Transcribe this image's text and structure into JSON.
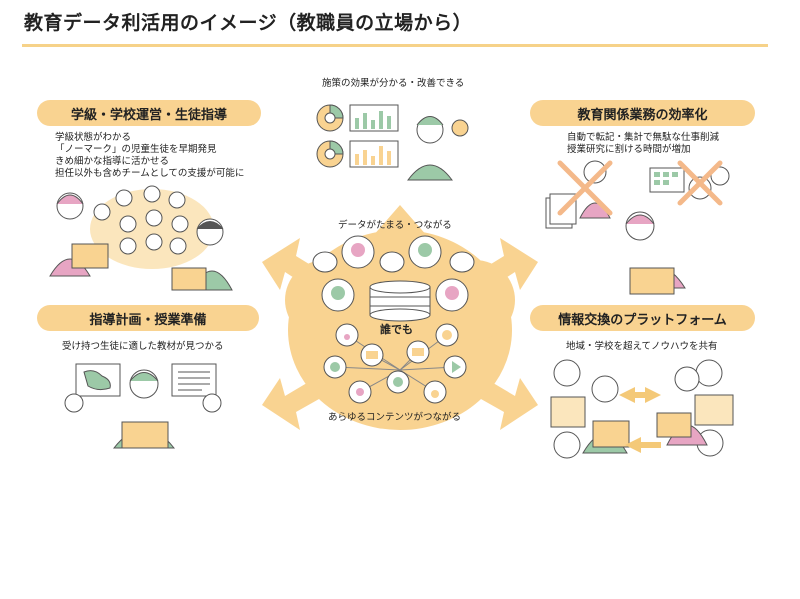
{
  "title": "教育データ利活用のイメージ（教職員の立場から）",
  "sections": {
    "top_left": {
      "label": "学級・学校運営・生徒指導",
      "lines": [
        "学級状態がわかる",
        "「ノーマーク」の児童生徒を早期発見",
        "きめ細かな指導に活かせる",
        "担任以外も含めチームとしての支援が可能に"
      ]
    },
    "bottom_left": {
      "label": "指導計画・授業準備",
      "caption": "受け持つ生徒に適した教材が見つかる"
    },
    "top_right": {
      "label": "教育関係業務の効率化",
      "lines": [
        "自動で転記・集計で無駄な仕事削減",
        "授業研究に割ける時間が増加"
      ]
    },
    "bottom_right": {
      "label": "情報交換のプラットフォーム",
      "caption": "地域・学校を超えてノウハウを共有"
    }
  },
  "center": {
    "top_caption": "施策の効果が分かる・改善できる",
    "data_caption": "データがたまる・つながる",
    "core_label": "誰でも",
    "bottom_caption": "あらゆるコンテンツがつながる"
  },
  "colors": {
    "accent": "#f9d391",
    "rule": "#f6d289",
    "green": "#9cc9a7",
    "pink": "#e7a5c3",
    "gray": "#b9b9b9"
  }
}
